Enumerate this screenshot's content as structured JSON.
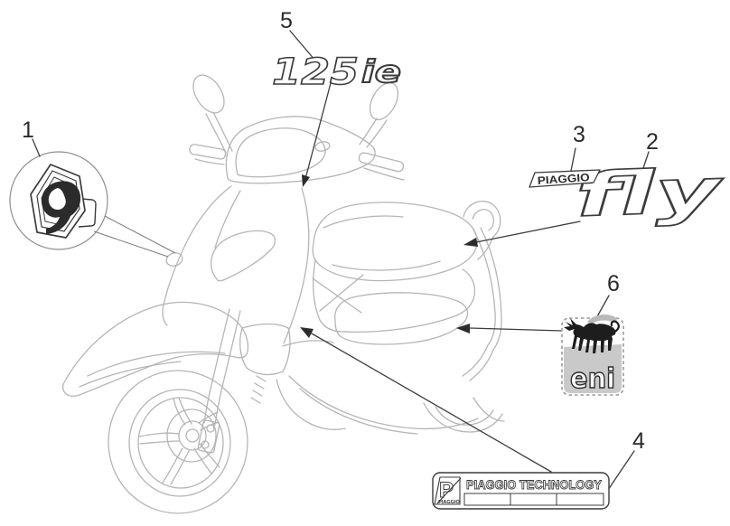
{
  "callouts": {
    "c1": "1",
    "c2": "2",
    "c3": "3",
    "c4": "4",
    "c5": "5",
    "c6": "6"
  },
  "logos": {
    "model_number": "125",
    "model_suffix": "ie",
    "fly": "fly",
    "piaggio_badge": "PIAGGIO",
    "eni": "eni"
  },
  "plate": {
    "title": "PIAGGIO TECHNOLOGY",
    "logo_letter": "P",
    "logo_caption": "PIAGGIO"
  },
  "colors": {
    "background": "#ffffff",
    "drawing_line": "#b5b5b5",
    "label_line": "#3c3c3c",
    "text": "#2b2b2b",
    "eni_gray": "#c9c9c9",
    "dog_black": "#1d1d1d"
  }
}
